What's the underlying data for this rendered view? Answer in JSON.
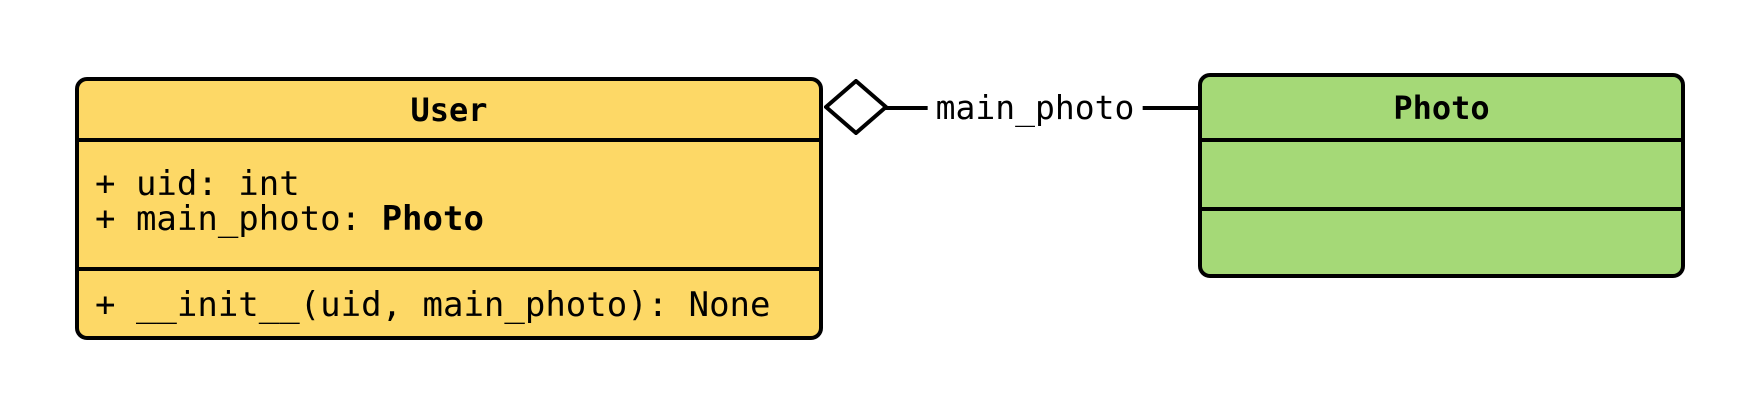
{
  "diagram": {
    "background_color": "#ffffff",
    "stroke_color": "#000000",
    "user_class": {
      "title": "User",
      "fill": "#fdd866",
      "attributes": [
        {
          "text": "+ uid: int",
          "bold": ""
        },
        {
          "text": "+ main_photo: ",
          "bold": "Photo"
        }
      ],
      "methods": [
        {
          "text": "+ __init__(uid, main_photo): None",
          "bold": ""
        }
      ]
    },
    "photo_class": {
      "title": "Photo",
      "fill": "#a5d977",
      "attributes": [],
      "methods": []
    },
    "relationship": {
      "type": "aggregation",
      "diamond_side": "User",
      "label": "main_photo"
    }
  }
}
